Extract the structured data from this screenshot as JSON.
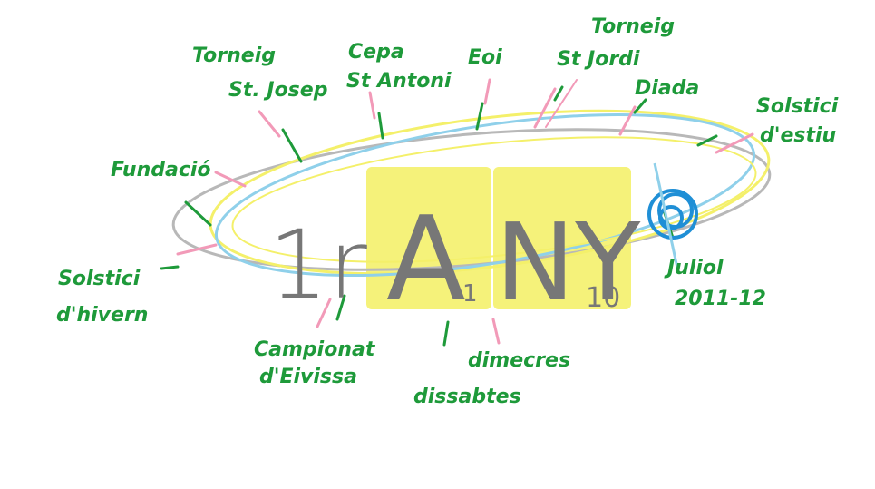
{
  "title": {
    "main_left": "1r",
    "a_letter": "A",
    "a_sub": "1",
    "ny_letters": "NY",
    "ny_sub": "10"
  },
  "labels": {
    "torneig_st_josep_1": "Torneig",
    "torneig_st_josep_2": "St. Josep",
    "cepa_1": "Cepa",
    "cepa_2": "St Antoni",
    "eoi": "Eoi",
    "torneig_st_jordi_1": "Torneig",
    "torneig_st_jordi_2": "St Jordi",
    "diada": "Diada",
    "solstici_estiu_1": "Solstici",
    "solstici_estiu_2": "d'estiu",
    "fundacio": "Fundació",
    "solstici_hivern_1": "Solstici",
    "solstici_hivern_2": "d'hivern",
    "campionat_1": "Campionat",
    "campionat_2": "d'Eivissa",
    "dimecres": "dimecres",
    "dissabtes": "dissabtes",
    "juliol_1": "Juliol",
    "juliol_2": "2011-12"
  },
  "colors": {
    "label_green": "#1e9a3a",
    "tick_pink": "#f29ab8",
    "ring_yellow": "#f4f06a",
    "ring_blue": "#8fd0ea",
    "ring_gray": "#b8b8b8",
    "box_yellow": "#f5f27a",
    "marker_blue": "#1f8fd6"
  }
}
